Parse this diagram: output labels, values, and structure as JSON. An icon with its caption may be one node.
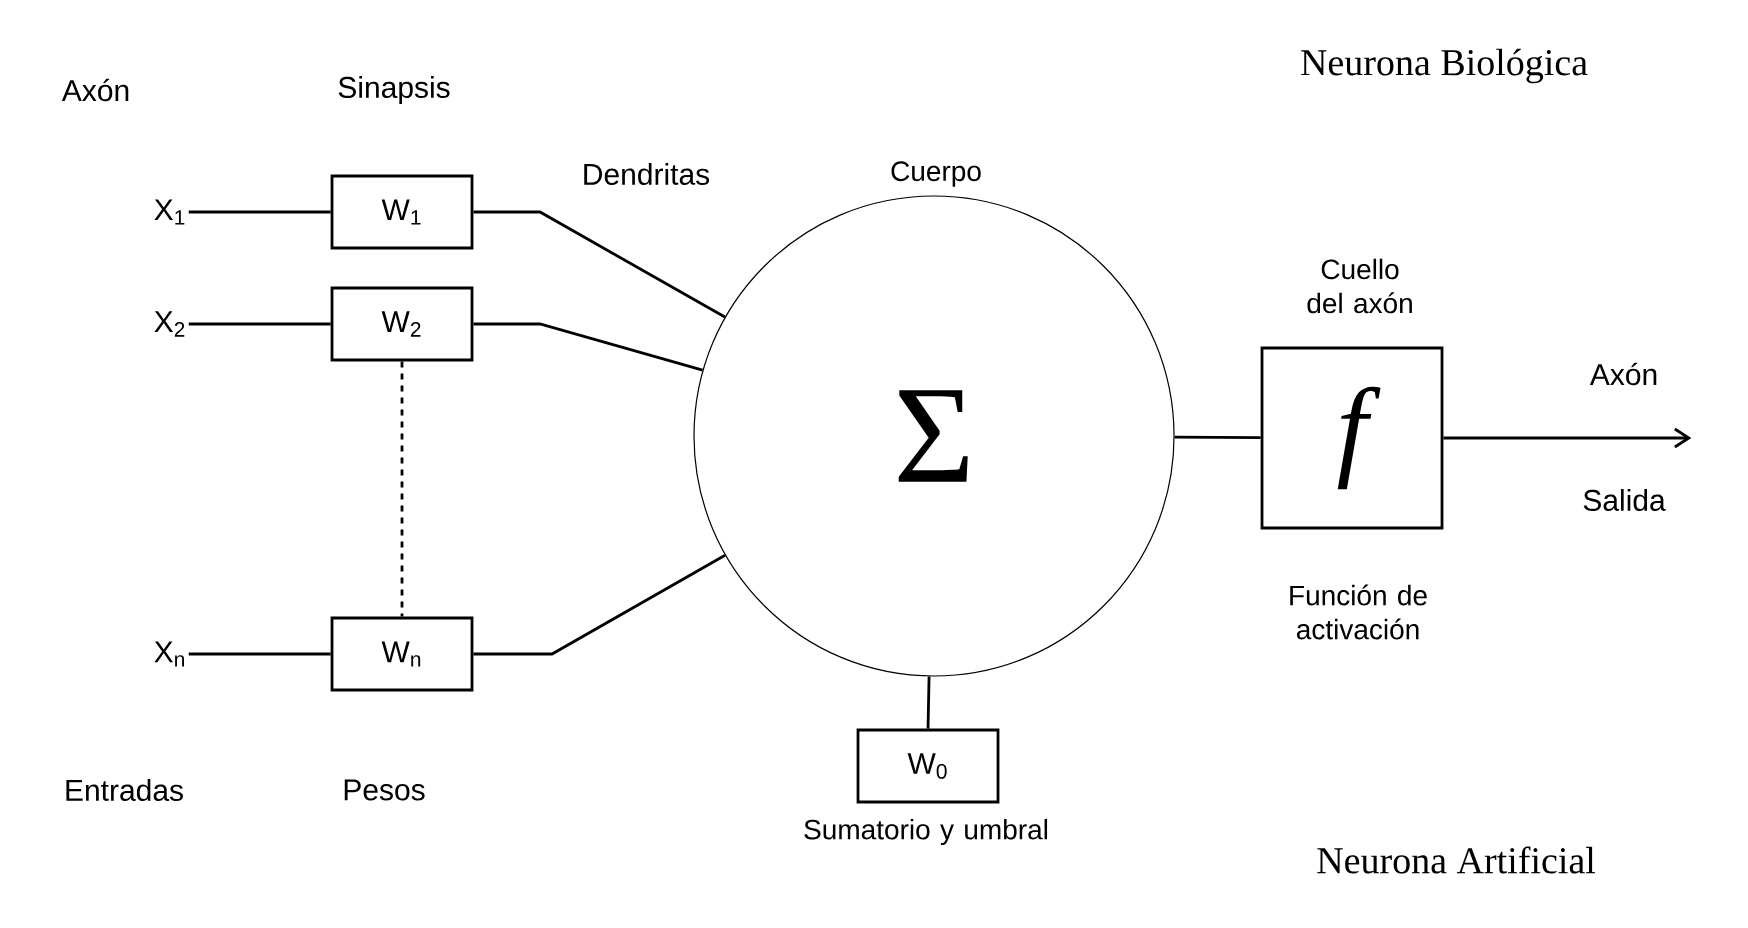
{
  "diagram": {
    "nodes": [
      {
        "text": [
          "X$_{1}$"
        ]
      },
      {
        "text": [
          "X$_{2}$"
        ]
      },
      {
        "text": [
          "X$_{n}$"
        ]
      },
      {
        "text": [
          "W$_{1}$"
        ]
      },
      {
        "text": [
          "W$_{2}$"
        ]
      },
      {
        "text": [
          "W$_{n}$"
        ]
      },
      {
        "text": [
          "Σ"
        ],
        "beside": [
          "Cuerpo"
        ]
      },
      {
        "text": [
          "W$_{0}$"
        ],
        "beside": [
          "Sumatorio y umbral"
        ]
      },
      {
        "text": [
          "f"
        ],
        "beside": [
          "Cuello del axón",
          "Función de activación"
        ]
      }
    ],
    "edges": [
      {
        "from": 0,
        "to": 3,
        "arrow": "none"
      },
      {
        "from": 1,
        "to": 4,
        "arrow": "none"
      },
      {
        "from": 2,
        "to": 5,
        "arrow": "none"
      },
      {
        "from": 4,
        "to": 5,
        "arrow": "none",
        "style": "dashed"
      },
      {
        "from": 3,
        "to": 6,
        "arrow": "none"
      },
      {
        "from": 4,
        "to": 6,
        "arrow": "none"
      },
      {
        "from": 5,
        "to": 6,
        "arrow": "none"
      },
      {
        "from": 7,
        "to": 6,
        "arrow": "none"
      },
      {
        "from": 6,
        "to": 8,
        "arrow": "none"
      },
      {
        "from": 8,
        "to": null,
        "arrow": "to"
      }
    ],
    "labels": [
      "Axón",
      "Sinapsis",
      "Neurona Biológica",
      "Dendritas",
      "Axón",
      "Salida",
      "Entradas",
      "Pesos",
      "Neurona Artificial"
    ]
  }
}
